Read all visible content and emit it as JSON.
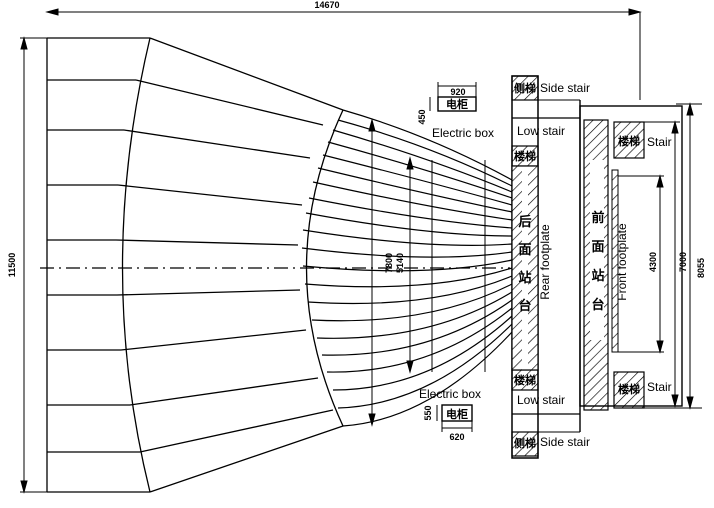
{
  "dimensions": {
    "overall_width": "14670",
    "overall_height": "11500",
    "fan_span": "7800",
    "inner_span": "5140",
    "front_span_outer": "8055",
    "front_span_mid": "7000",
    "front_span_inner": "4300",
    "box_top_width": "920",
    "box_top_height": "450",
    "box_bottom_width": "620",
    "box_bottom_height": "550"
  },
  "labels": {
    "side_stair": "Side stair",
    "low_stair": "Low stair",
    "stair": "Stair",
    "electric_box": "Electric box",
    "rear_footplate": "Rear footplate",
    "front_footplate": "Front footplate"
  },
  "cjk": {
    "electric_cabinet": "电柜",
    "side_stair": "侧梯",
    "stair": "楼梯",
    "rear_platform": [
      "后",
      "面",
      "站",
      "台"
    ],
    "front_platform": [
      "前",
      "面",
      "站",
      "台"
    ]
  }
}
